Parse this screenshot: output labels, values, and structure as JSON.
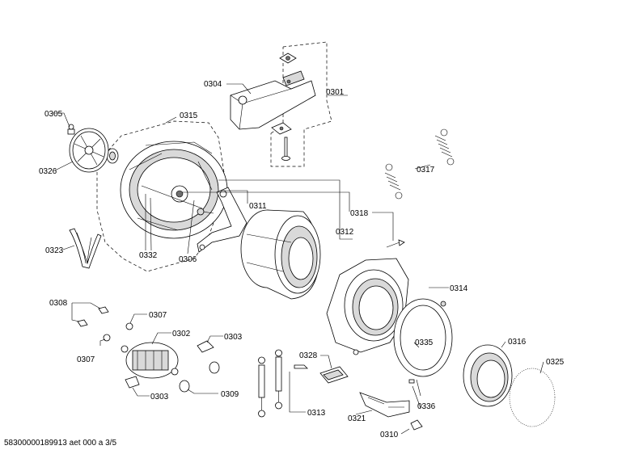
{
  "labels": {
    "p0301": "0301",
    "p0302": "0302",
    "p0303a": "0303",
    "p0303b": "0303",
    "p0304": "0304",
    "p0305": "0305",
    "p0306": "0306",
    "p0307a": "0307",
    "p0307b": "0307",
    "p0308": "0308",
    "p0309": "0309",
    "p0310": "0310",
    "p0311": "0311",
    "p0312": "0312",
    "p0313": "0313",
    "p0314": "0314",
    "p0315": "0315",
    "p0316": "0316",
    "p0317": "0317",
    "p0318": "0318",
    "p0321": "0321",
    "p0323": "0323",
    "p0325": "0325",
    "p0326": "0326",
    "p0328": "0328",
    "p0332": "0332",
    "p0335": "0335",
    "p0336": "0336"
  },
  "footer": "58300000189913 aet 000 a 3/5"
}
